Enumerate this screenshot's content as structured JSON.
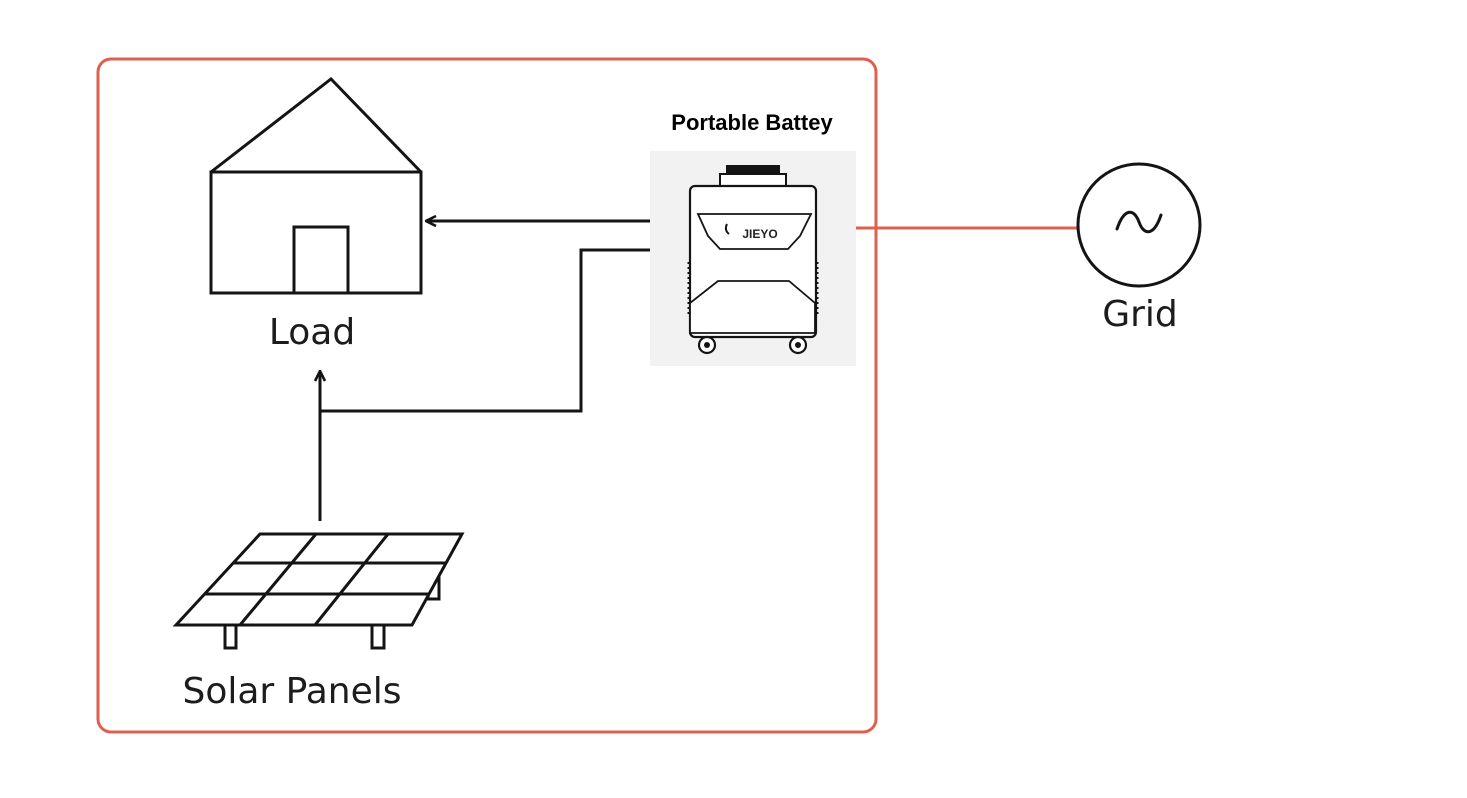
{
  "labels": {
    "load": "Load",
    "solar": "Solar Panels",
    "battery": "Portable Battey",
    "grid": "Grid",
    "brand": "JIEYO",
    "ac_symbol": "~"
  },
  "colors": {
    "system_border": "#e0604f",
    "grid_link": "#e0604f",
    "lines": "#141414",
    "battery_backdrop": "#f2f2f2"
  },
  "icons": {
    "load": "house-icon",
    "solar": "solar-panel-icon",
    "battery": "portable-battery-icon",
    "grid": "ac-source-icon"
  }
}
